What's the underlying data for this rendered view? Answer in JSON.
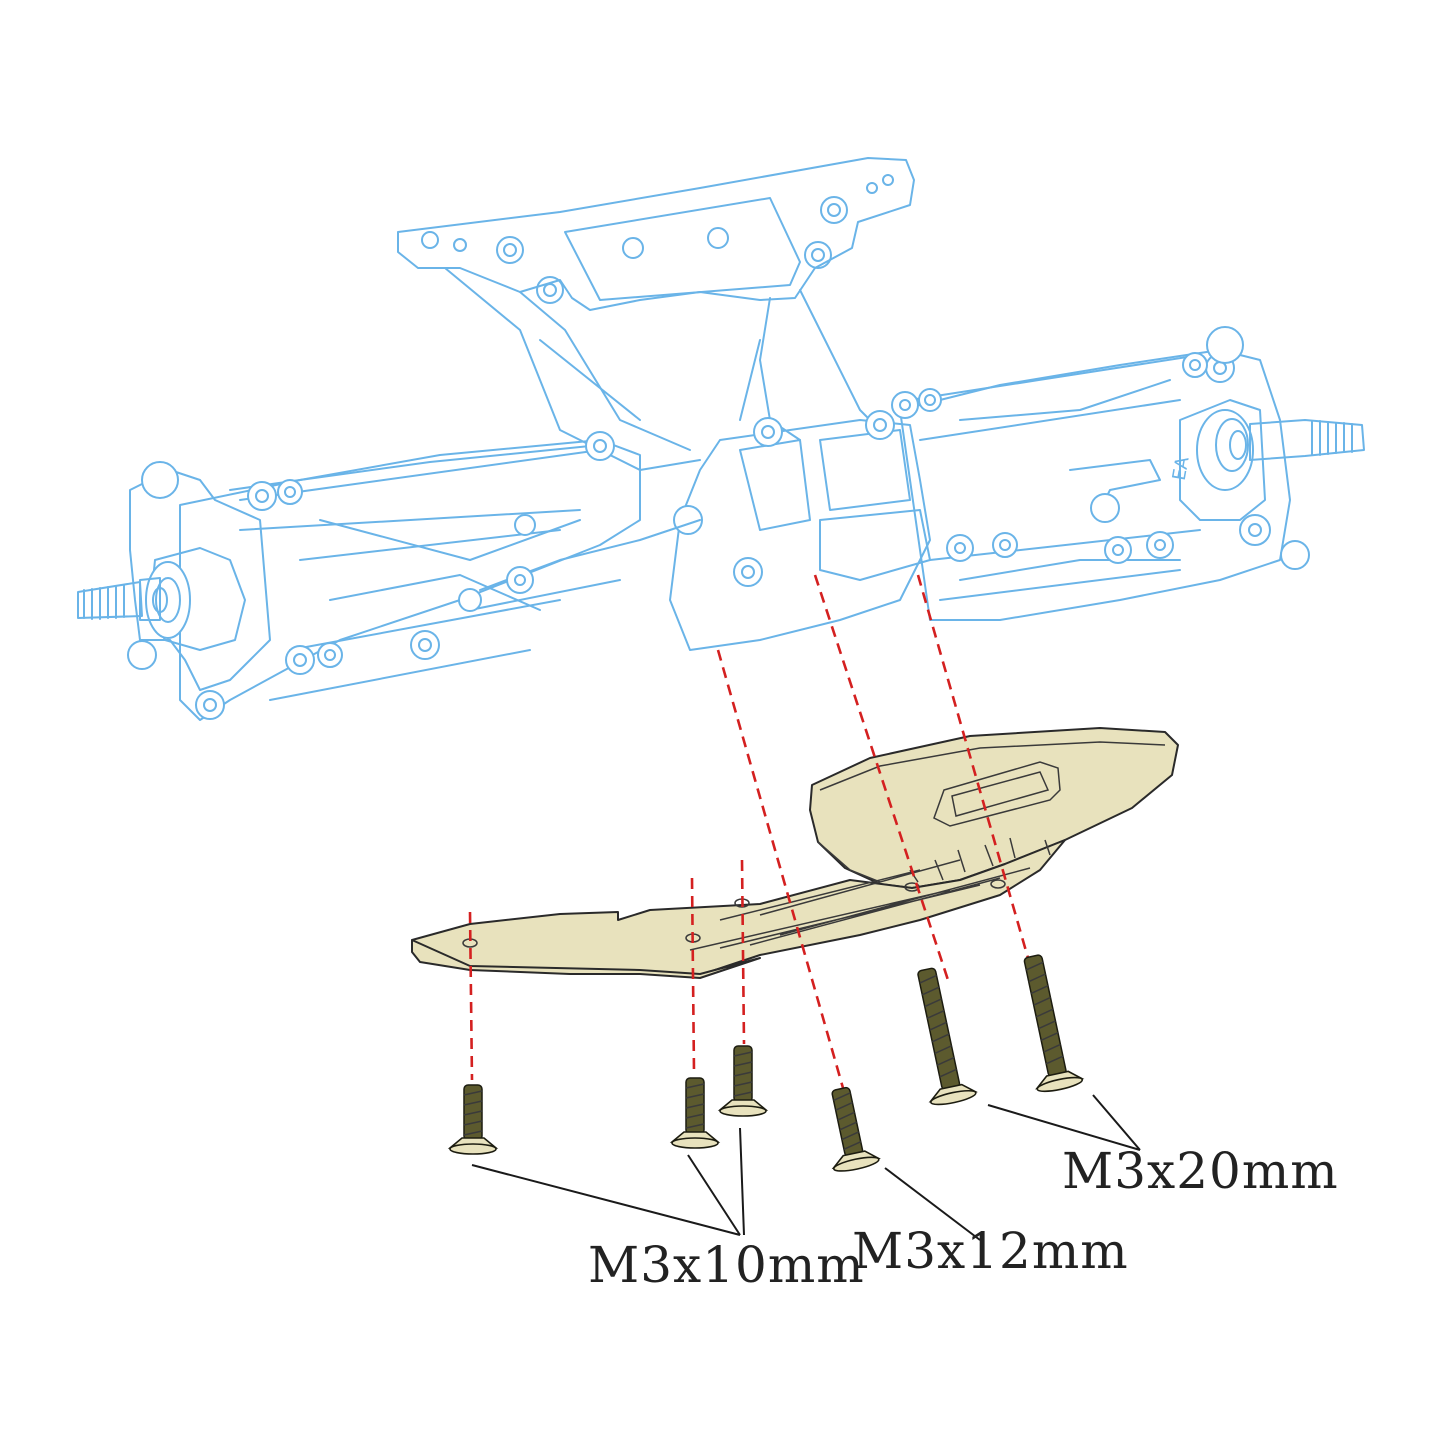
{
  "labels": {
    "m3x10": "M3x10mm",
    "m3x12": "M3x12mm",
    "m3x20": "M3x20mm"
  },
  "chassis_mark": "EA",
  "colors": {
    "chassis_outline": "#6ab4e8",
    "skid_plate": "#e8e2bd",
    "guide_lines": "#d42020",
    "screws": "#5c5a2e"
  }
}
